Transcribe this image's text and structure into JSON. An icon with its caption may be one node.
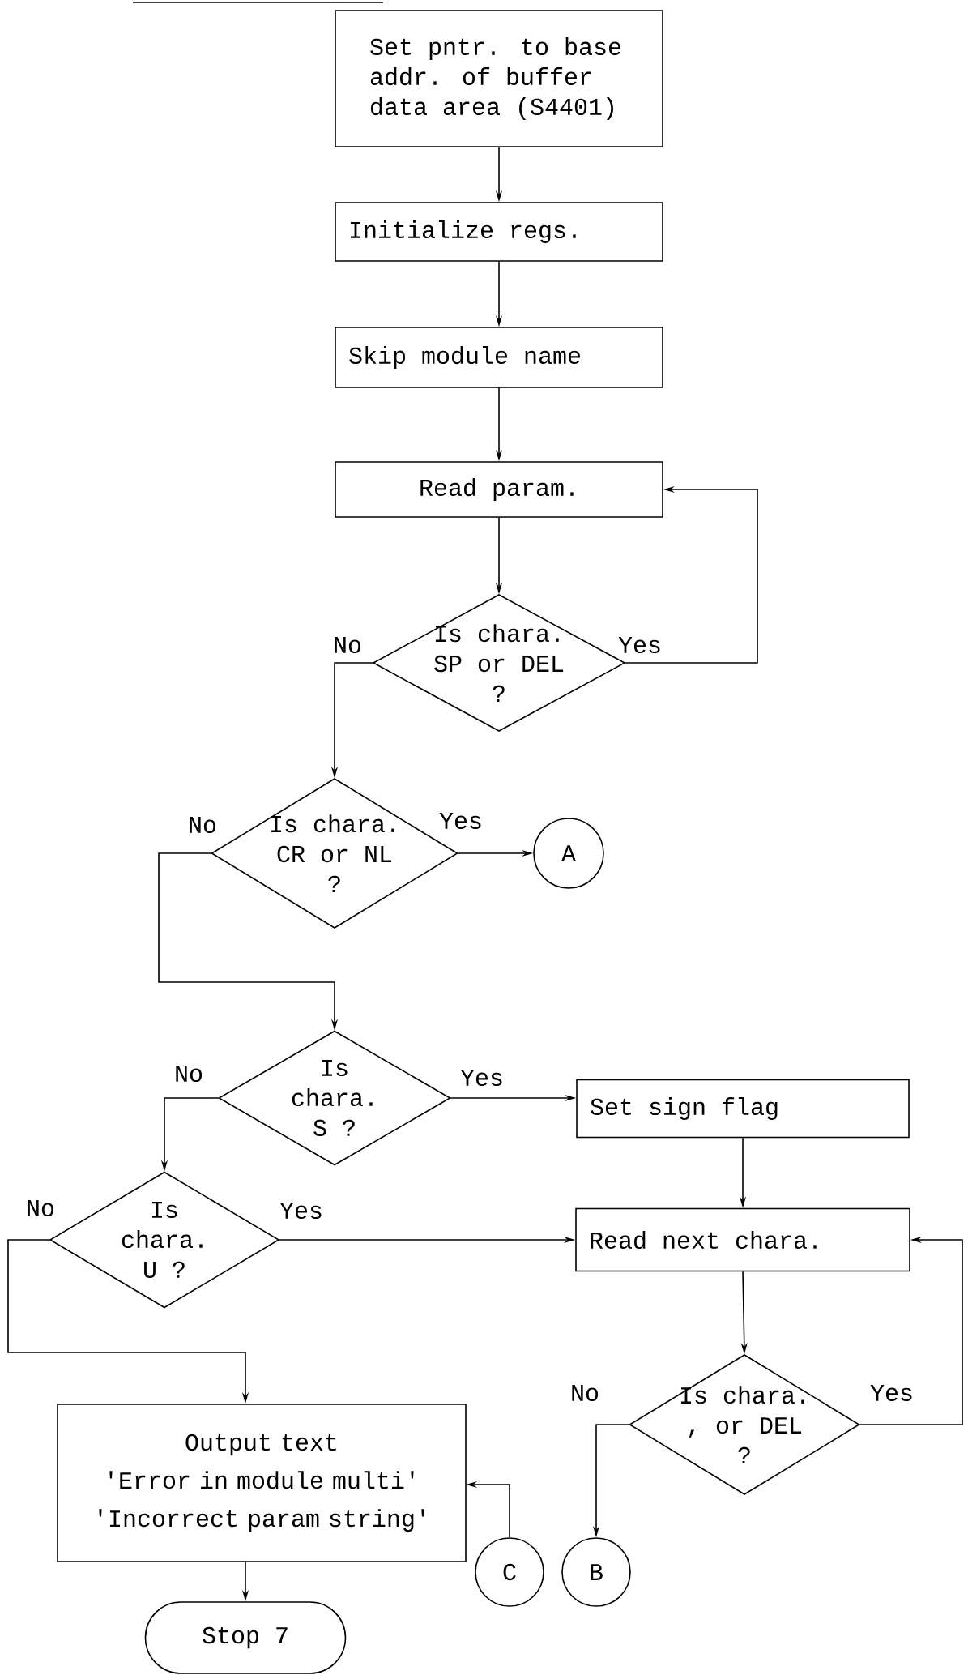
{
  "diagram": {
    "nodes": [
      {
        "text": [
          "Set pntr. to base addr. of buffer data area (S4401)"
        ]
      },
      {
        "text": [
          "Initialize regs."
        ]
      },
      {
        "text": [
          "Skip module name"
        ]
      },
      {
        "text": [
          "Read param."
        ]
      },
      {
        "text": [
          "Is chara. SP or DEL ?"
        ]
      },
      {
        "text": [
          "Is chara. CR or NL ?"
        ]
      },
      {
        "text": [
          "A"
        ]
      },
      {
        "text": [
          "Is chara. S ?"
        ]
      },
      {
        "text": [
          "Set sign flag"
        ]
      },
      {
        "text": [
          "Is chara. U ?"
        ]
      },
      {
        "text": [
          "Read next chara."
        ]
      },
      {
        "text": [
          "Output text",
          "'Error in module multi'",
          "'Incorrect param string'"
        ]
      },
      {
        "text": [
          "Stop 7"
        ]
      },
      {
        "text": [
          "C"
        ]
      },
      {
        "text": [
          "Is chara. , or DEL ?"
        ]
      },
      {
        "text": [
          "B"
        ]
      }
    ],
    "edges": [
      {
        "from": 0,
        "to": 1,
        "arrow": "to"
      },
      {
        "from": 1,
        "to": 2,
        "arrow": "to"
      },
      {
        "from": 2,
        "to": 3,
        "arrow": "to"
      },
      {
        "from": 3,
        "to": 4,
        "arrow": "to"
      },
      {
        "from": 4,
        "to": 3,
        "arrow": "to",
        "label": "Yes"
      },
      {
        "from": 4,
        "to": 5,
        "arrow": "to",
        "label": "No"
      },
      {
        "from": 5,
        "to": 6,
        "arrow": "to",
        "label": "Yes"
      },
      {
        "from": 5,
        "to": 7,
        "arrow": "to",
        "label": "No"
      },
      {
        "from": 7,
        "to": 8,
        "arrow": "to",
        "label": "Yes"
      },
      {
        "from": 7,
        "to": 9,
        "arrow": "to",
        "label": "No"
      },
      {
        "from": 8,
        "to": 10,
        "arrow": "to"
      },
      {
        "from": 9,
        "to": 10,
        "arrow": "to",
        "label": "Yes"
      },
      {
        "from": 9,
        "to": 11,
        "arrow": "to",
        "label": "No"
      },
      {
        "from": 10,
        "to": 14,
        "arrow": "to"
      },
      {
        "from": 14,
        "to": 10,
        "arrow": "to",
        "label": "Yes"
      },
      {
        "from": 14,
        "to": 15,
        "arrow": "to",
        "label": "No"
      },
      {
        "from": 11,
        "to": 12,
        "arrow": "to"
      },
      {
        "from": 13,
        "to": 11,
        "arrow": "to"
      }
    ]
  }
}
